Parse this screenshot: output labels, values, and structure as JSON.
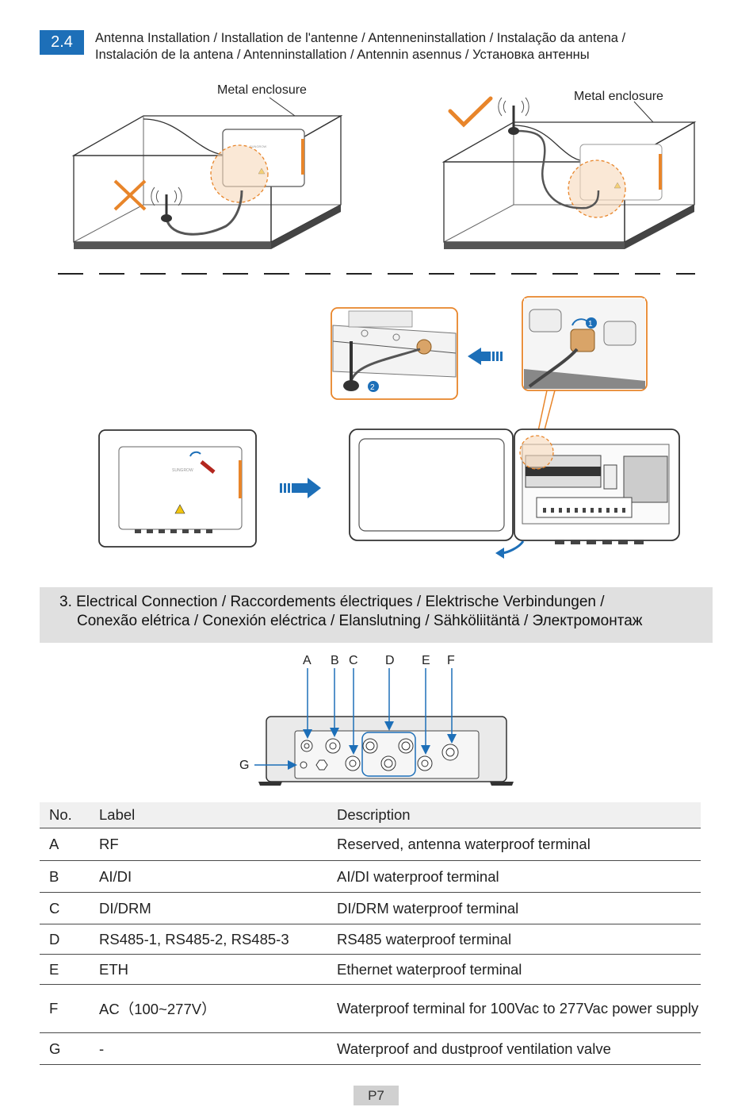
{
  "section": {
    "number": "2.4",
    "title_line1": "Antenna Installation / Installation de l'antenne / Antenneninstallation / Instalação da antena /",
    "title_line2": "Instalación de la antena / Antenninstallation / Antennin asennus / Установка антенны"
  },
  "figure_top": {
    "left_label": "Metal enclosure",
    "right_label": "Metal enclosure",
    "left_mark": "cross",
    "right_mark": "check",
    "brand_text": "SUNGROW"
  },
  "figure_steps": {
    "step1": "1",
    "step2": "2",
    "brand_text": "SUNGROW"
  },
  "electrical": {
    "title_line1": "3. Electrical Connection / Raccordements électriques /  Elektrische Verbindungen /",
    "title_line2": "Conexão elétrica / Conexión eléctrica / Elanslutning / Sähköliitäntä / Электромонтаж",
    "letters": [
      "A",
      "B",
      "C",
      "D",
      "E",
      "F",
      "G"
    ]
  },
  "table": {
    "headers": {
      "no": "No.",
      "label": "Label",
      "description": "Description"
    },
    "rows": [
      {
        "no": "A",
        "label": "RF",
        "description": "Reserved, antenna waterproof terminal"
      },
      {
        "no": "B",
        "label": "AI/DI",
        "description": "AI/DI waterproof terminal"
      },
      {
        "no": "C",
        "label": "DI/DRM",
        "description": "DI/DRM waterproof terminal"
      },
      {
        "no": "D",
        "label": "RS485-1, RS485-2, RS485-3",
        "description": "RS485 waterproof terminal"
      },
      {
        "no": "E",
        "label": "ETH",
        "description": "Ethernet waterproof terminal"
      },
      {
        "no": "F",
        "label": "AC（100~277V）",
        "description": "Waterproof terminal for 100Vac to 277Vac power supply"
      },
      {
        "no": "G",
        "label": "-",
        "description": "Waterproof and dustproof ventilation valve"
      }
    ]
  },
  "page": {
    "number": "P7"
  },
  "colors": {
    "accent_blue": "#1d6fb8",
    "orange": "#e8852a",
    "gray_band": "#e0e0e0"
  }
}
